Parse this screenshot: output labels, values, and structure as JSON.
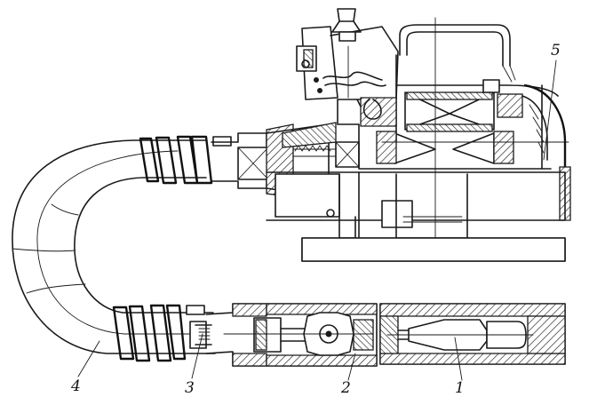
{
  "callouts": [
    {
      "id": "label-5",
      "text": "5"
    },
    {
      "id": "label-4",
      "text": "4"
    },
    {
      "id": "label-3",
      "text": "3"
    },
    {
      "id": "label-2",
      "text": "2"
    },
    {
      "id": "label-1",
      "text": "1"
    }
  ]
}
